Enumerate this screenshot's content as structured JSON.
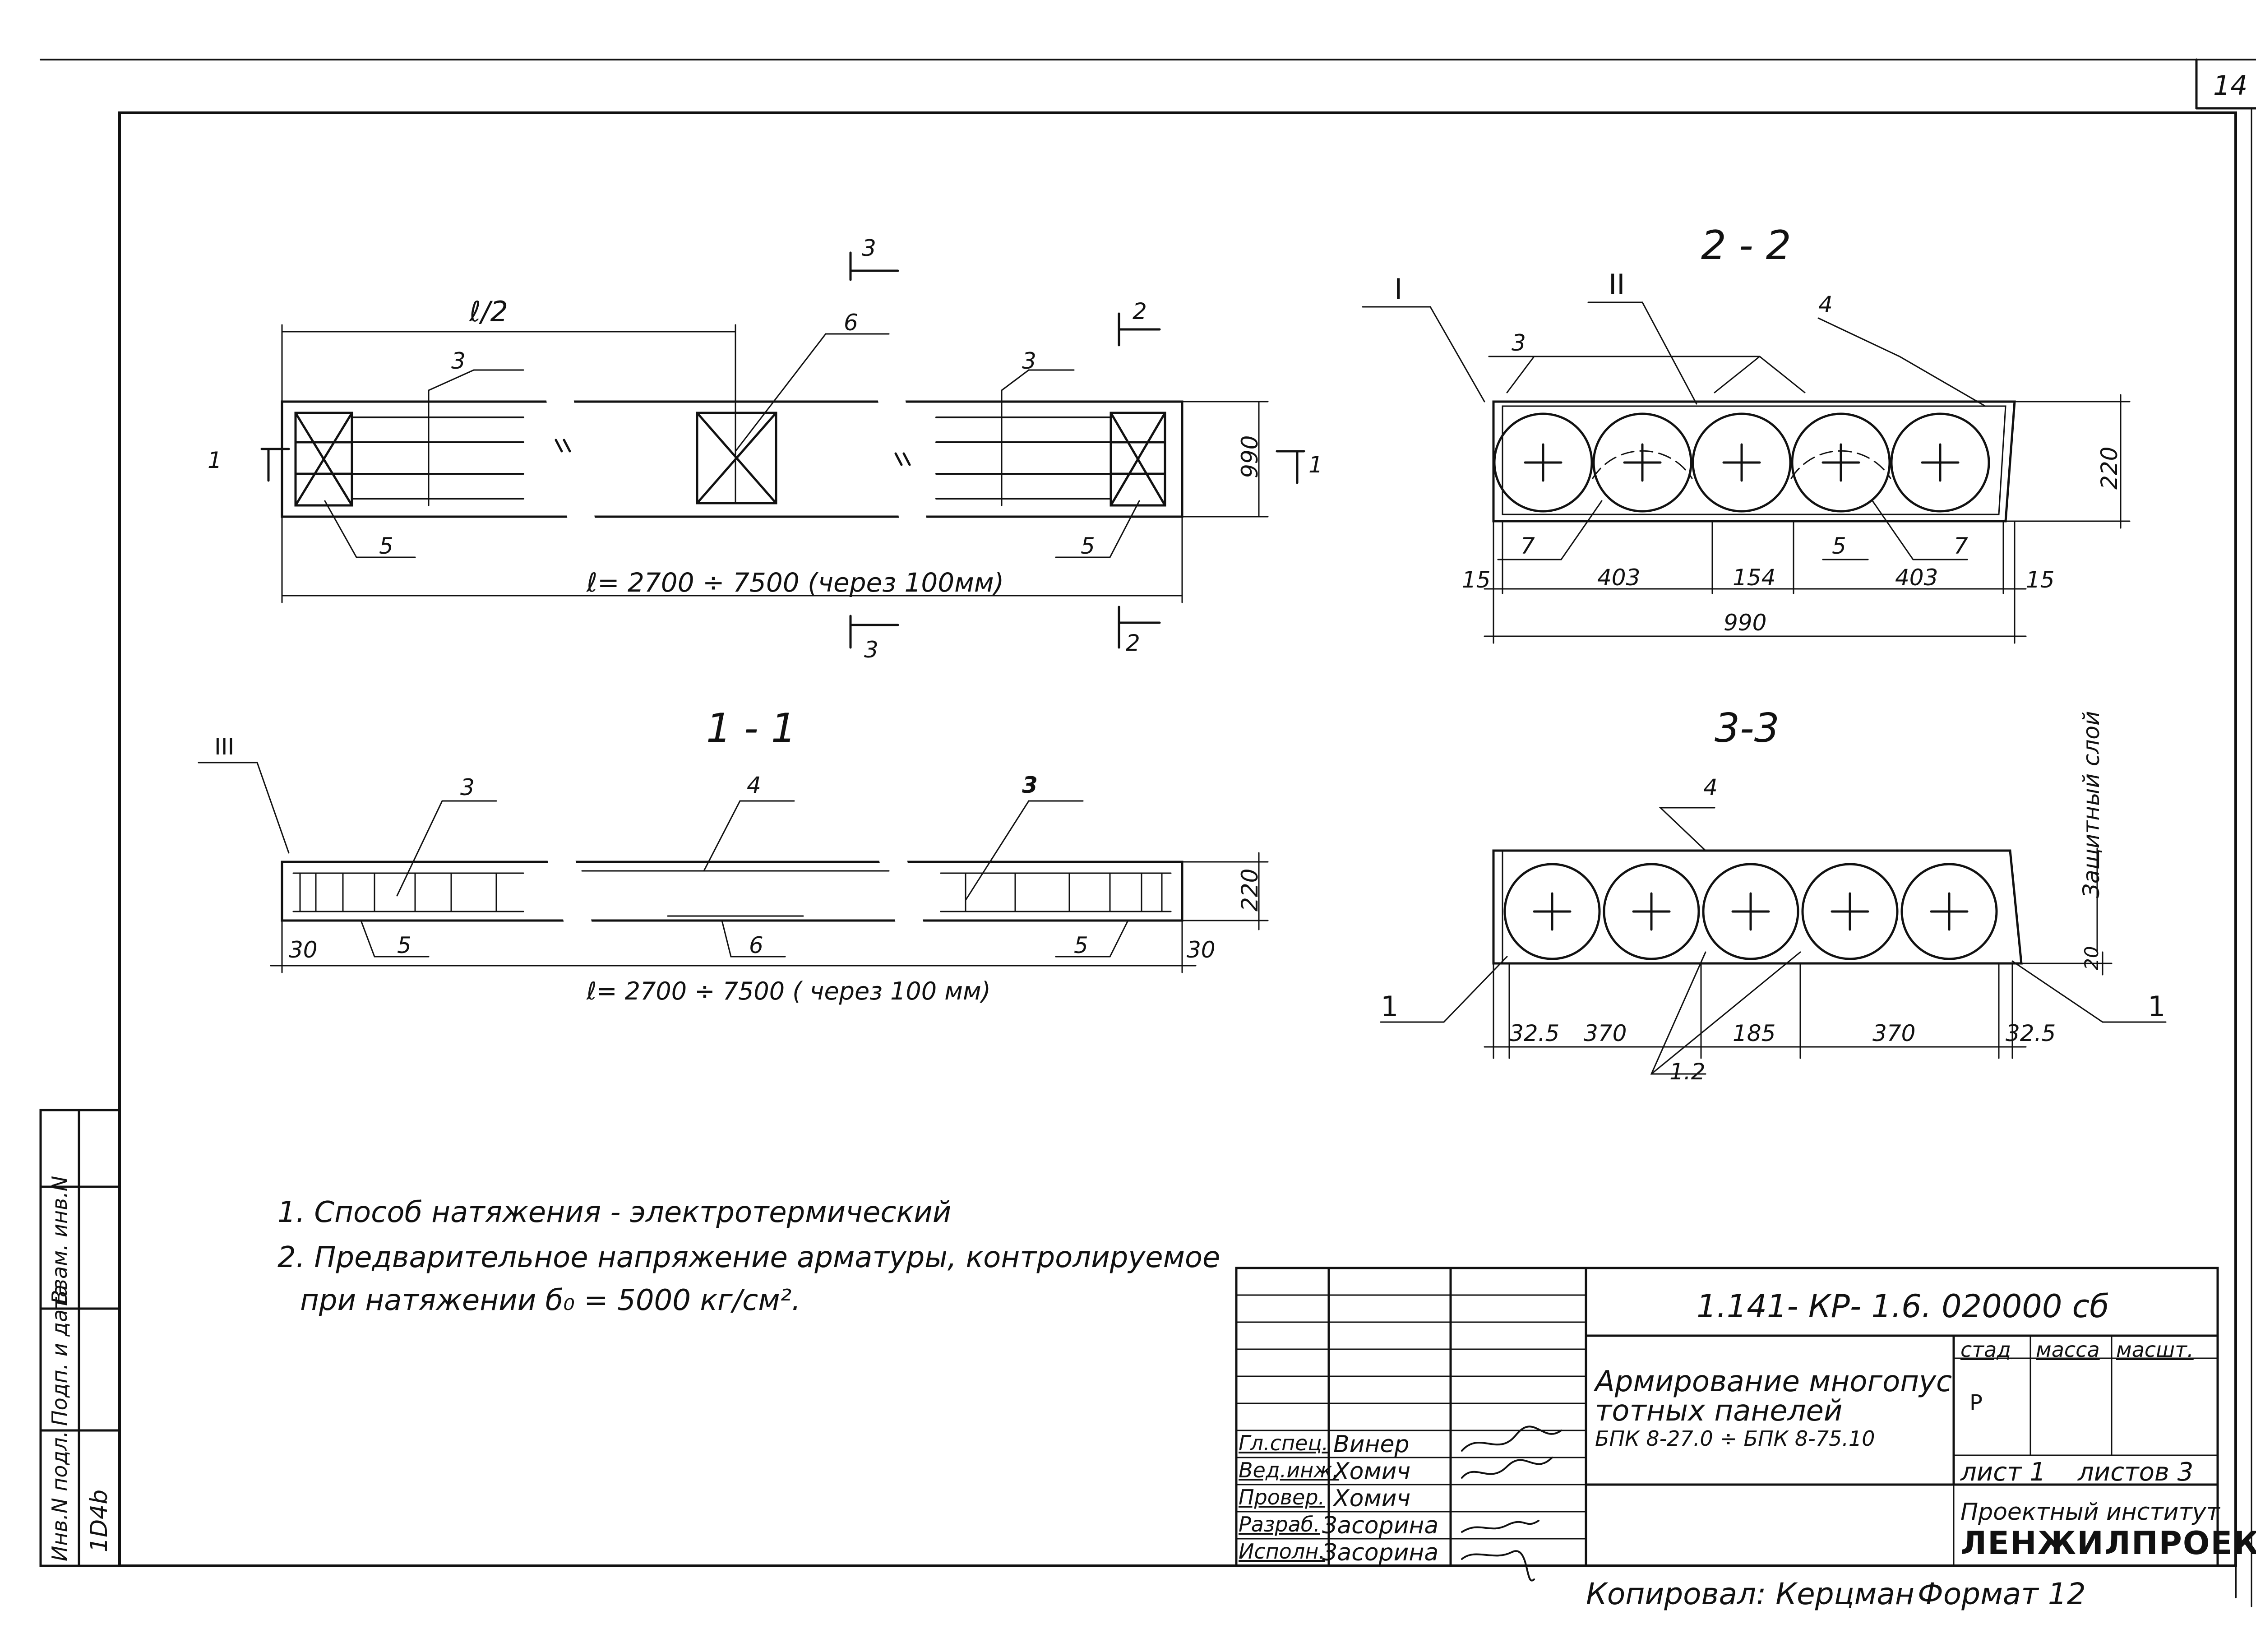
{
  "sheet": {
    "page_number": "14",
    "views": {
      "plan": {
        "half_length": "ℓ/2",
        "length": "ℓ= 2700 ÷ 7500 (через 100мм)",
        "width": "990",
        "cut_1": "1",
        "cut_2": "2",
        "cut_3": "3",
        "marks": {
          "m3": "3",
          "m6": "6",
          "m5": "5"
        }
      },
      "section_1_1": {
        "title": "1 - 1",
        "node": "III",
        "length": "ℓ= 2700 ÷ 7500 ( через 100 мм)",
        "height": "220",
        "end_offset": "30",
        "marks": {
          "m3": "3",
          "m4": "4",
          "m5": "5",
          "m6": "6"
        }
      },
      "section_2_2": {
        "title": "2 - 2",
        "node_1": "I",
        "node_2": "II",
        "height": "220",
        "edge": "15",
        "void_span": "403",
        "middle": "154",
        "total": "990",
        "marks": {
          "m3": "3",
          "m4": "4",
          "m5": "5",
          "m7": "7"
        }
      },
      "section_3_3": {
        "title": "3-3",
        "cover_label": "Защитный слой",
        "cover": "20",
        "edge": "32.5",
        "span": "370",
        "middle": "185",
        "marks": {
          "m1": "1",
          "m4": "4",
          "m12": "1.2"
        }
      }
    },
    "notes": [
      "1. Способ натяжения - электротермический",
      "2. Предварительное напряжение арматуры, контролируемое",
      "при натяжении б₀ = 5000 кг/см²."
    ],
    "side_stamp": {
      "cells": [
        "Инв.N подл.",
        "Подп. и дата",
        "Взам. инв.N"
      ],
      "inv_number": "1D4b"
    },
    "title_block": {
      "doc_code": "1.141- КР- 1.6. 020000 сб",
      "title": [
        "Армирование многопус",
        "тотных панелей",
        "БПК 8-27.0 ÷ БПК 8-75.10"
      ],
      "headers": {
        "stage": "стад",
        "mass": "масса",
        "scale": "масшт."
      },
      "stage_value": "Р",
      "sheet": "лист 1",
      "sheets": "листов 3",
      "org_line1": "Проектный институт",
      "org_line2": "ЛЕНЖИЛПРОЕКТ",
      "signatures": [
        {
          "role": "Гл.спец.",
          "name": "Винер"
        },
        {
          "role": "Вед.инж.",
          "name": "Хомич"
        },
        {
          "role": "Провер.",
          "name": "Хомич"
        },
        {
          "role": "Разраб.",
          "name": "Засорина"
        },
        {
          "role": "Исполн.",
          "name": "Засорина"
        }
      ]
    },
    "footer": {
      "copied": "Копировал: Керцман",
      "format": "Формат 12"
    }
  }
}
